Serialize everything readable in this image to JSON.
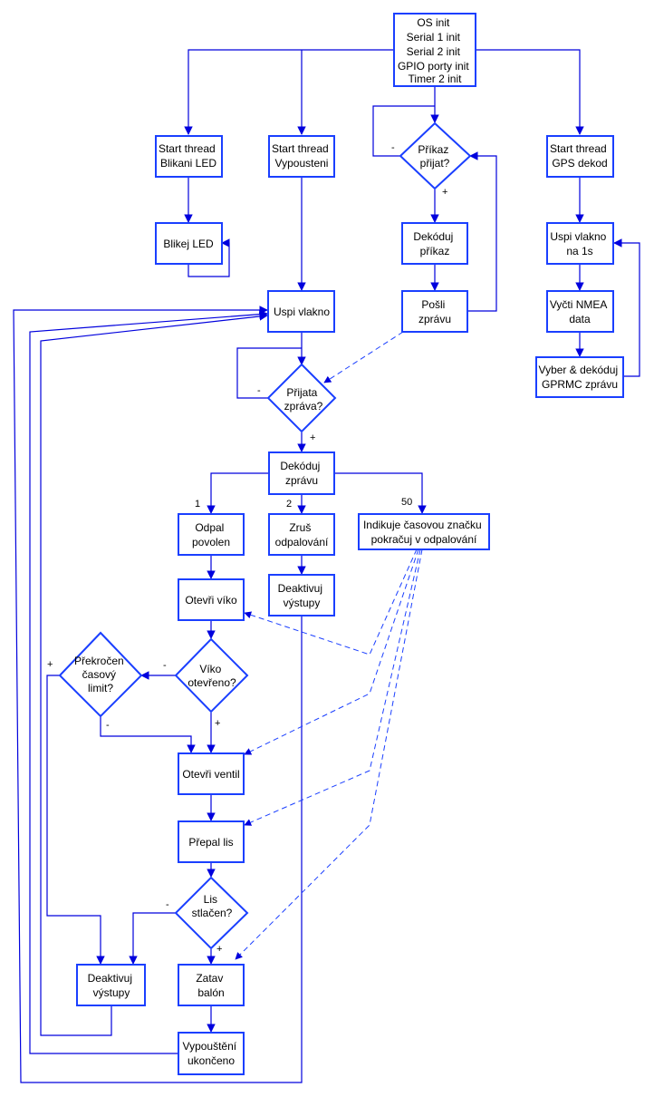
{
  "colors": {
    "node_stroke": "#1a3fff",
    "edge": "#0000dd",
    "background": "#ffffff"
  },
  "nodes": {
    "init": [
      "OS init",
      "Serial 1 init",
      "Serial 2 init",
      "GPIO porty init",
      "Timer 2 init"
    ],
    "start_blikani": [
      "Start thread",
      "Blikani LED"
    ],
    "start_vypousteni": [
      "Start thread",
      "Vypousteni"
    ],
    "prikaz_prijat": [
      "Příkaz",
      "přijat?"
    ],
    "start_gps": [
      "Start thread",
      "GPS dekod"
    ],
    "blikej_led": [
      "Blikej LED"
    ],
    "dekoduj_prikaz": [
      "Dekóduj",
      "příkaz"
    ],
    "uspi_1s": [
      "Uspi vlakno",
      "na 1s"
    ],
    "uspi_vlakno": [
      "Uspi vlakno"
    ],
    "posli_zpravu": [
      "Pošli",
      "zprávu"
    ],
    "vycti_nmea": [
      "Vyčti NMEA",
      "data"
    ],
    "vyber_gprmc": [
      "Vyber & dekóduj",
      "GPRMC zprávu"
    ],
    "prijata_zprava": [
      "Přijata",
      "zpráva?"
    ],
    "dekoduj_zpravu": [
      "Dekóduj",
      "zprávu"
    ],
    "odpal_povolen": [
      "Odpal",
      "povolen"
    ],
    "zrus_odpalovani": [
      "Zruš",
      "odpalování"
    ],
    "indikuje": [
      "Indikuje časovou značku",
      "pokračuj v odpalování"
    ],
    "deaktivuj_vystupy_1": [
      "Deaktivuj",
      "výstupy"
    ],
    "otevri_viko": [
      "Otevři víko"
    ],
    "prekrocen_limit": [
      "Překročen",
      "časový",
      "limit?"
    ],
    "viko_otevreno": [
      "Víko",
      "otevřeno?"
    ],
    "otevri_ventil": [
      "Otevři ventil"
    ],
    "prepal_lis": [
      "Přepal lis"
    ],
    "lis_stlacen": [
      "Lis",
      "stlačen?"
    ],
    "deaktivuj_vystupy_2": [
      "Deaktivuj",
      "výstupy"
    ],
    "zatav_balon": [
      "Zatav",
      "balón"
    ],
    "vypousteni_ukonceno": [
      "Vypouštění",
      "ukončeno"
    ]
  },
  "edge_labels": {
    "prikaz_no": "-",
    "prikaz_yes": "+",
    "prijata_no": "-",
    "prijata_yes": "+",
    "branch_1": "1",
    "branch_2": "2",
    "branch_50": "50",
    "viko_no": "-",
    "viko_yes": "+",
    "limit_yes": "+",
    "limit_no": "-",
    "lis_no": "-",
    "lis_yes": "+"
  }
}
